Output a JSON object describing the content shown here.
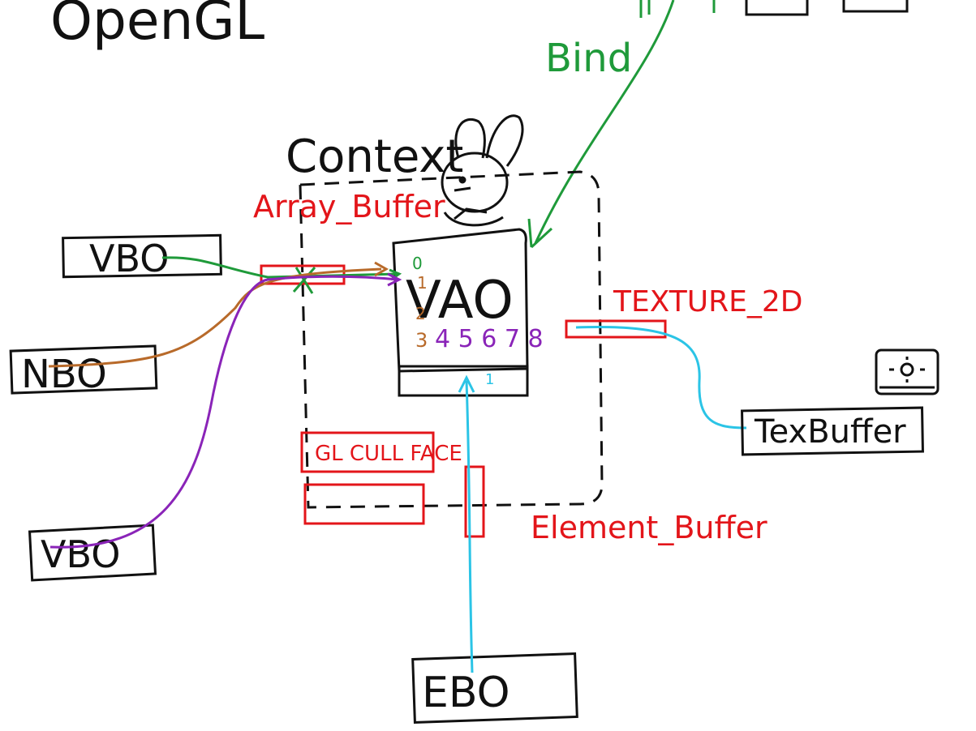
{
  "title": "OpenGL",
  "annotations": {
    "bind": "Bind",
    "context": "Context",
    "array_buffer": "Array_Buffer",
    "texture_2d": "TEXTURE_2D",
    "element_buffer": "Element_Buffer",
    "gl_cull": "GL CULL FACE"
  },
  "nodes": {
    "vao": "VAO",
    "vbo_top": "VBO",
    "nbo": "NBO",
    "vbo_bottom": "VBO",
    "ebo": "EBO",
    "texbuffer": "TexBuffer"
  },
  "vao_slots": {
    "green": "0",
    "orange": "1",
    "orange2": "2",
    "orange3": "3",
    "rest": "4 5 6 7 8",
    "ebo_mark": "1"
  },
  "colors": {
    "ink": "#111111",
    "red": "#e3151a",
    "green": "#1f9a3a",
    "purple": "#8a24b8",
    "orange": "#b86a2a",
    "cyan": "#2bc4e6"
  }
}
